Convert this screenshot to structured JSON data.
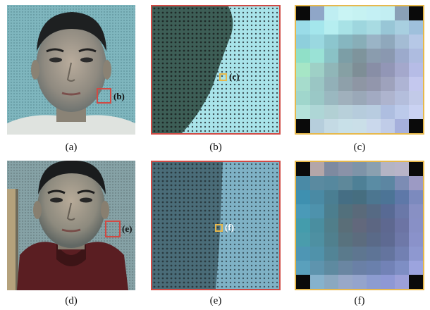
{
  "panels": {
    "a": {
      "caption": "(a)",
      "marker_label": "(b)"
    },
    "b": {
      "caption": "(b)",
      "marker_label": "(c)"
    },
    "c": {
      "caption": "(c)"
    },
    "d": {
      "caption": "(d)",
      "marker_label": "(e)"
    },
    "e": {
      "caption": "(e)",
      "marker_label": "(f)"
    },
    "f": {
      "caption": "(f)"
    }
  },
  "colors": {
    "red_marker": "#d04a44",
    "gold_marker": "#e6b84c"
  },
  "icons": {
    "face_photo": "face-photo-image",
    "zoom_texture": "zoomed-texture-image",
    "pixel_block": "pixel-block-image"
  }
}
